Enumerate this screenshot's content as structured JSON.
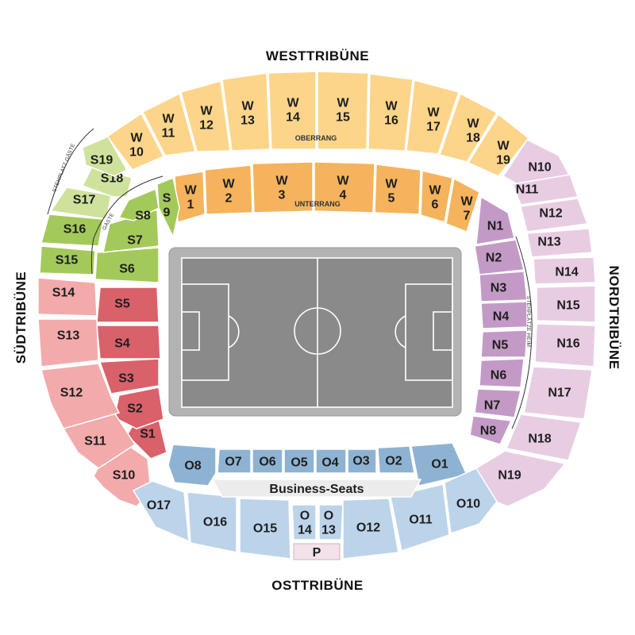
{
  "stands": {
    "west": "WESTTRIBÜNE",
    "east": "OSTTRIBÜNE",
    "south": "SÜDTRIBÜNE",
    "north": "NORDTRIBÜNE"
  },
  "tier_labels": {
    "oberrang": "OBERRANG",
    "unterrang": "UNTERRANG",
    "stehplatz_gaeste": "STEHPLATZ GÄSTE",
    "gaeste": "GÄSTE",
    "stehplaetze_heim": "STEHPLÄTZE HEIM",
    "business": "Business-Seats"
  },
  "colors": {
    "west_upper": "#fdd58a",
    "west_lower": "#f4b35c",
    "north_upper": "#e8cde2",
    "north_lower": "#c39ac6",
    "south_upper": "#f3aaab",
    "south_lower": "#d9616a",
    "south_green_dark": "#a3c95b",
    "south_green_light": "#cfe29c",
    "east_upper": "#bcd4ea",
    "east_lower": "#8eb3d2",
    "pitch": "#8a8a8a",
    "pitch_frame": "#b3b3b3",
    "business": "#ececec",
    "parking": "#f4e2ea"
  },
  "sections": {
    "west_upper": [
      {
        "id": "W10",
        "label": [
          "W",
          "10"
        ]
      },
      {
        "id": "W11",
        "label": [
          "W",
          "11"
        ]
      },
      {
        "id": "W12",
        "label": [
          "W",
          "12"
        ]
      },
      {
        "id": "W13",
        "label": [
          "W",
          "13"
        ]
      },
      {
        "id": "W14",
        "label": [
          "W",
          "14"
        ]
      },
      {
        "id": "W15",
        "label": [
          "W",
          "15"
        ]
      },
      {
        "id": "W16",
        "label": [
          "W",
          "16"
        ]
      },
      {
        "id": "W17",
        "label": [
          "W",
          "17"
        ]
      },
      {
        "id": "W18",
        "label": [
          "W",
          "18"
        ]
      },
      {
        "id": "W19",
        "label": [
          "W",
          "19"
        ]
      }
    ],
    "west_lower": [
      {
        "id": "W1",
        "label": [
          "W",
          "1"
        ]
      },
      {
        "id": "W2",
        "label": [
          "W",
          "2"
        ]
      },
      {
        "id": "W3",
        "label": [
          "W",
          "3"
        ]
      },
      {
        "id": "W4",
        "label": [
          "W",
          "4"
        ]
      },
      {
        "id": "W5",
        "label": [
          "W",
          "5"
        ]
      },
      {
        "id": "W6",
        "label": [
          "W",
          "6"
        ]
      },
      {
        "id": "W7",
        "label": [
          "W",
          "7"
        ]
      }
    ],
    "north_lower": [
      "N1",
      "N2",
      "N3",
      "N4",
      "N5",
      "N6",
      "N7",
      "N8"
    ],
    "north_upper": [
      "N10",
      "N11",
      "N12",
      "N13",
      "N14",
      "N15",
      "N16",
      "N17",
      "N18",
      "N19"
    ],
    "south_lower": [
      "S1",
      "S2",
      "S3",
      "S4",
      "S5"
    ],
    "south_upper": [
      "S10",
      "S11",
      "S12",
      "S13",
      "S14"
    ],
    "south_green": [
      "S6",
      "S7",
      "S8",
      "S9",
      "S15",
      "S16",
      "S17",
      "S18",
      "S19"
    ],
    "east_lower": [
      "O1",
      "O2",
      "O3",
      "O4",
      "O5",
      "O6",
      "O7",
      "O8"
    ],
    "east_upper": [
      {
        "id": "O10",
        "label": [
          "O10"
        ]
      },
      {
        "id": "O11",
        "label": [
          "O11"
        ]
      },
      {
        "id": "O12",
        "label": [
          "O12"
        ]
      },
      {
        "id": "O13",
        "label": [
          "O",
          "13"
        ]
      },
      {
        "id": "O14",
        "label": [
          "O",
          "14"
        ]
      },
      {
        "id": "O15",
        "label": [
          "O15"
        ]
      },
      {
        "id": "O16",
        "label": [
          "O16"
        ]
      },
      {
        "id": "O17",
        "label": [
          "O17"
        ]
      }
    ],
    "parking": "P"
  }
}
